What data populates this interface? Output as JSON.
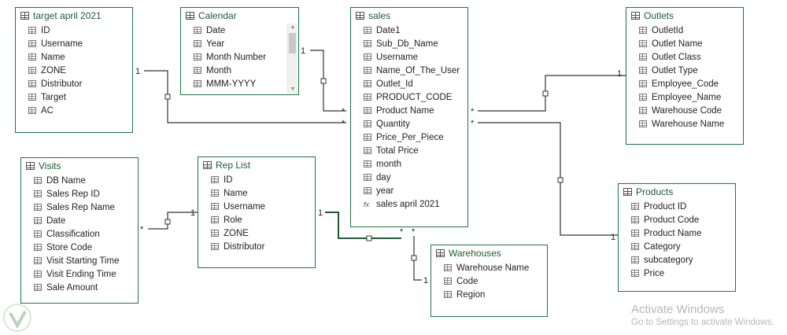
{
  "tables": {
    "target": {
      "title": "target april 2021",
      "fields": [
        "ID",
        "Username",
        "Name",
        "ZONE",
        "Distributor",
        "Target",
        "AC"
      ]
    },
    "calendar": {
      "title": "Calendar",
      "fields": [
        "Date",
        "Year",
        "Month Number",
        "Month",
        "MMM-YYYY"
      ]
    },
    "sales": {
      "title": "sales",
      "fields": [
        "Date1",
        "Sub_Db_Name",
        "Username",
        "Name_Of_The_User",
        "Outlet_Id",
        "PRODUCT_CODE",
        "Product Name",
        "Quantity",
        "Price_Per_Piece",
        "Total Price",
        "month",
        "day",
        "year"
      ],
      "measure": "sales april 2021"
    },
    "outlets": {
      "title": "Outlets",
      "fields": [
        "OutletId",
        "Outlet Name",
        "Outlet Class",
        "Outlet Type",
        "Employee_Code",
        "Employee_Name",
        "Warehouse Code",
        "Warehouse Name"
      ]
    },
    "visits": {
      "title": "Visits",
      "fields": [
        "DB Name",
        "Sales Rep ID",
        "Sales Rep Name",
        "Date",
        "Classification",
        "Store Code",
        "Visit Starting Time",
        "Visit Ending Time",
        "Sale Amount"
      ]
    },
    "replist": {
      "title": "Rep List",
      "fields": [
        "ID",
        "Name",
        "Username",
        "Role",
        "ZONE",
        "Distributor"
      ]
    },
    "products": {
      "title": "Products",
      "fields": [
        "Product ID",
        "Product Code",
        "Product Name",
        "Category",
        "subcategory",
        "Price"
      ]
    },
    "warehouses": {
      "title": "Warehouses",
      "fields": [
        "Warehouse Name",
        "Code",
        "Region"
      ]
    }
  },
  "relationships": [
    {
      "from": "target april 2021",
      "to": "sales",
      "from_card": "1",
      "to_card": "*"
    },
    {
      "from": "Calendar",
      "to": "sales",
      "from_card": "1",
      "to_card": "*"
    },
    {
      "from": "Outlets",
      "to": "sales",
      "from_card": "1",
      "to_card": "*"
    },
    {
      "from": "Products",
      "to": "sales",
      "from_card": "1",
      "to_card": "*"
    },
    {
      "from": "Rep List",
      "to": "Visits",
      "from_card": "1",
      "to_card": "*"
    },
    {
      "from": "Rep List",
      "to": "sales",
      "from_card": "1",
      "to_card": "*"
    },
    {
      "from": "Warehouses",
      "to": "sales",
      "from_card": "1",
      "to_card": "*"
    }
  ],
  "watermark": {
    "title": "Activate Windows",
    "subtitle": "Go to Settings to activate Windows."
  },
  "colors": {
    "table_border": "#217346",
    "line": "#333333",
    "watermark": "#b7b7b7"
  }
}
